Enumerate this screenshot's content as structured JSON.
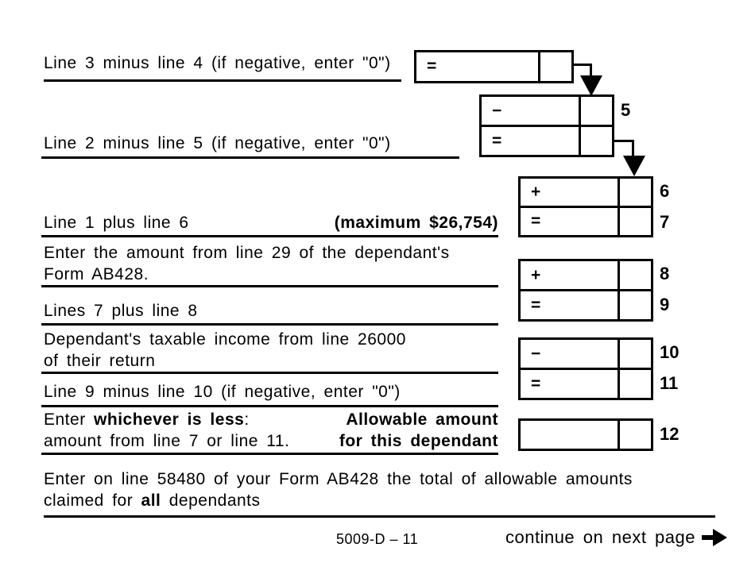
{
  "form": {
    "rows": {
      "r1": {
        "label": "Line 3 minus line 4 (if negative, enter \"0\")"
      },
      "r2": {
        "label": "Line 2 minus line 5 (if negative, enter \"0\")"
      },
      "r3": {
        "label": "Line 1 plus line 6",
        "note": "(maximum $26,754)"
      },
      "r4": {
        "label_line1": "Enter the amount from line 29 of the dependant's",
        "label_line2": "Form AB428."
      },
      "r5": {
        "label": "Lines 7 plus line 8"
      },
      "r6": {
        "label_line1": "Dependant's taxable income from line 26000",
        "label_line2": "of their return"
      },
      "r7": {
        "label": "Line 9 minus line 10 (if negative, enter \"0\")"
      },
      "r8": {
        "prefix": "Enter ",
        "bold": "whichever is less",
        "suffix": ":",
        "line2": "amount from line 7 or line 11.",
        "result_line1": "Allowable amount",
        "result_line2": "for this dependant"
      }
    },
    "boxes": {
      "top": {
        "operator": "=",
        "amount": "",
        "cents": ""
      },
      "b5": {
        "operator": "−",
        "line_no": "5"
      },
      "b5eq": {
        "operator": "="
      },
      "b6": {
        "operator": "+",
        "line_no": "6"
      },
      "b7": {
        "operator": "=",
        "line_no": "7"
      },
      "b8": {
        "operator": "+",
        "line_no": "8"
      },
      "b9": {
        "operator": "=",
        "line_no": "9"
      },
      "b10": {
        "operator": "−",
        "line_no": "10"
      },
      "b11": {
        "operator": "=",
        "line_no": "11"
      },
      "b12": {
        "operator": "",
        "line_no": "12"
      }
    },
    "closing": {
      "line1": "Enter on line 58480 of your Form AB428 the total of allowable amounts",
      "line2_prefix": "claimed for ",
      "line2_bold": "all",
      "line2_suffix": " dependants"
    }
  },
  "footer": {
    "form_code": "5009-D – 11",
    "continue_label": "continue on next page"
  },
  "colors": {
    "ink": "#000000",
    "paper": "#ffffff"
  }
}
